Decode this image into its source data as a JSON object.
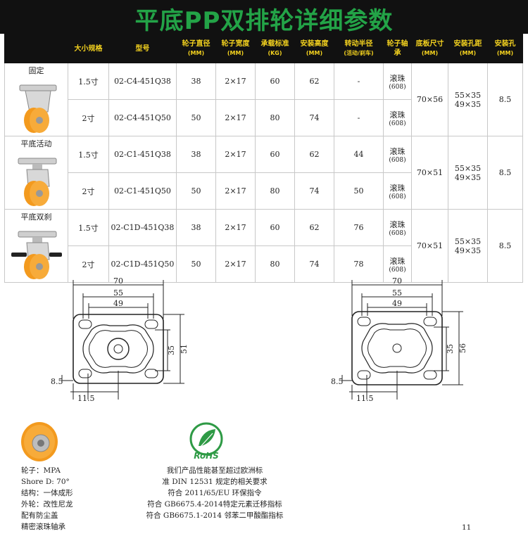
{
  "title": "平底PP双排轮详细参数",
  "table": {
    "headers": [
      {
        "label": "",
        "unit": ""
      },
      {
        "label": "大小规格",
        "unit": ""
      },
      {
        "label": "型号",
        "unit": ""
      },
      {
        "label": "轮子直径",
        "unit": "(MM)"
      },
      {
        "label": "轮子宽度",
        "unit": "(MM)"
      },
      {
        "label": "承载标准",
        "unit": "(KG)"
      },
      {
        "label": "安装高度",
        "unit": "(MM)"
      },
      {
        "label": "转动半径",
        "unit": "(活动/刹车)"
      },
      {
        "label": "轮子轴承",
        "unit": ""
      },
      {
        "label": "底板尺寸",
        "unit": "(MM)"
      },
      {
        "label": "安装孔距",
        "unit": "(MM)"
      },
      {
        "label": "安装孔",
        "unit": "(MM)"
      }
    ],
    "groups": [
      {
        "type": "固定",
        "icon": "fixed-caster-icon",
        "plate": "70×56",
        "hole_spacing_1": "55×35",
        "hole_spacing_2": "49×35",
        "hole": "8.5",
        "rows": [
          {
            "size": "1.5寸",
            "model": "02-C4-451Q38",
            "diameter": "38",
            "width": "2×17",
            "load": "60",
            "height": "62",
            "radius": "-",
            "bearing": "滚珠",
            "bearing_sub": "(608)"
          },
          {
            "size": "2寸",
            "model": "02-C4-451Q50",
            "diameter": "50",
            "width": "2×17",
            "load": "80",
            "height": "74",
            "radius": "-",
            "bearing": "滚珠",
            "bearing_sub": "(608)"
          }
        ]
      },
      {
        "type": "平底活动",
        "icon": "swivel-caster-icon",
        "plate": "70×51",
        "hole_spacing_1": "55×35",
        "hole_spacing_2": "49×35",
        "hole": "8.5",
        "rows": [
          {
            "size": "1.5寸",
            "model": "02-C1-451Q38",
            "diameter": "38",
            "width": "2×17",
            "load": "60",
            "height": "62",
            "radius": "44",
            "bearing": "滚珠",
            "bearing_sub": "(608)"
          },
          {
            "size": "2寸",
            "model": "02-C1-451Q50",
            "diameter": "50",
            "width": "2×17",
            "load": "80",
            "height": "74",
            "radius": "50",
            "bearing": "滚珠",
            "bearing_sub": "(608)"
          }
        ]
      },
      {
        "type": "平底双刹",
        "icon": "double-brake-caster-icon",
        "plate": "70×51",
        "hole_spacing_1": "55×35",
        "hole_spacing_2": "49×35",
        "hole": "8.5",
        "rows": [
          {
            "size": "1.5寸",
            "model": "02-C1D-451Q38",
            "diameter": "38",
            "width": "2×17",
            "load": "60",
            "height": "62",
            "radius": "76",
            "bearing": "滚珠",
            "bearing_sub": "(608)"
          },
          {
            "size": "2寸",
            "model": "02-C1D-451Q50",
            "diameter": "50",
            "width": "2×17",
            "load": "80",
            "height": "74",
            "radius": "78",
            "bearing": "滚珠",
            "bearing_sub": "(608)"
          }
        ]
      }
    ]
  },
  "drawings": [
    {
      "d70": "70",
      "d55": "55",
      "d49": "49",
      "d35": "35",
      "dh": "51",
      "d85": "8.5",
      "d115": "11.5"
    },
    {
      "d70": "70",
      "d55": "55",
      "d49": "49",
      "d35": "35",
      "dh": "56",
      "d85": "8.5",
      "d115": "11.5"
    }
  ],
  "material": {
    "lines": [
      "轮子：MPA",
      "Shore D: 70°",
      "结构：一体成形",
      "外轮：改性尼龙",
      "配有防尘盖",
      "精密滚珠轴承"
    ]
  },
  "rohs": {
    "logo_text": "RoHS",
    "lines": [
      "我们产品性能甚至超过欧洲标",
      "准  DIN 12531 规定的相关要求",
      "符合  2011/65/EU 环保指令",
      "符合 GB6675.4-2014特定元素迁移指标",
      "符合 GB6675.1-2014  邻苯二甲酸酯指标"
    ]
  },
  "page_number": "11",
  "colors": {
    "header_bg": "#111111",
    "title_green": "#23a347",
    "header_yellow": "#f4d21f",
    "wheel_orange": "#f39a1e"
  }
}
